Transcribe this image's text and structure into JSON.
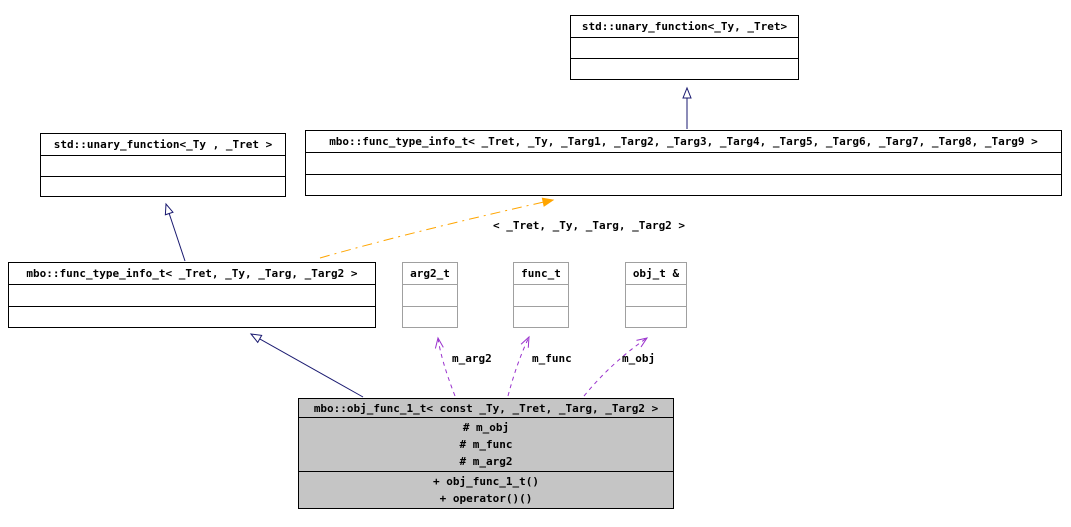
{
  "diagram": {
    "kind": "uml-class-collaboration-graph",
    "nodes": {
      "std_unary_function_top": {
        "title": "std::unary_function<_Ty, _Tret>"
      },
      "std_unary_function_left": {
        "title": "std::unary_function<_Ty , _Tret >"
      },
      "func_type_info_full": {
        "title": "mbo::func_type_info_t< _Tret, _Ty, _Targ1, _Targ2, _Targ3, _Targ4, _Targ5, _Targ6, _Targ7, _Targ8, _Targ9 >"
      },
      "func_type_info": {
        "title": "mbo::func_type_info_t< _Tret, _Ty, _Targ, _Targ2 >"
      },
      "arg2_t": {
        "title": "arg2_t"
      },
      "func_t": {
        "title": "func_t"
      },
      "obj_t": {
        "title": "obj_t &"
      },
      "obj_func_1_t": {
        "title": "mbo::obj_func_1_t< const _Ty, _Tret, _Targ, _Targ2 >",
        "fields": [
          "# m_obj",
          "# m_func",
          "# m_arg2"
        ],
        "methods": [
          "+ obj_func_1_t()",
          "+ operator()()"
        ]
      }
    },
    "edge_labels": {
      "template_instantiation": "< _Tret, _Ty, _Targ, _Targ2 >",
      "m_arg2": "m_arg2",
      "m_func": "m_func",
      "m_obj": "m_obj"
    },
    "colors": {
      "inheritance_edge": "#191970",
      "template_edge": "#ffa500",
      "usage_edge": "#9a32cd",
      "node_border": "#000000",
      "undocumented_node_border": "#a0a0a0",
      "focus_node_fill": "#c5c5c5",
      "background": "#ffffff"
    }
  }
}
